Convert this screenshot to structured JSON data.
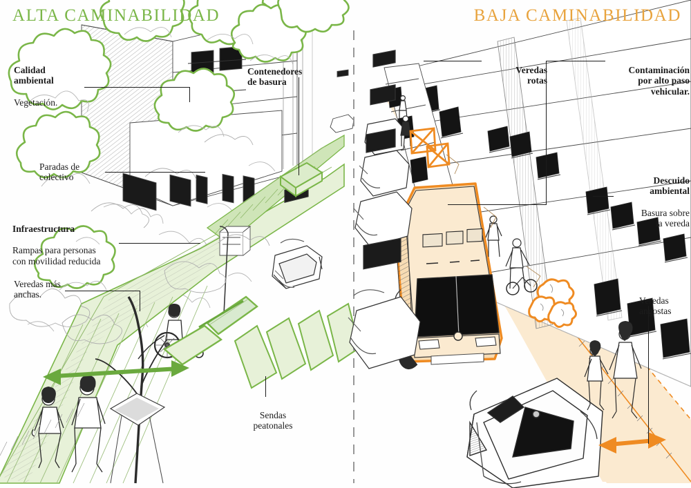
{
  "headings": {
    "left": {
      "text": "ALTA CAMINABILIDAD",
      "color": "#7ab648"
    },
    "right": {
      "text": "BAJA CAMINABILIDAD",
      "color": "#e8a33d"
    }
  },
  "palette": {
    "green_stroke": "#7ab648",
    "green_fill": "#dfeccd",
    "green_fill_light": "#eaf3de",
    "orange_stroke": "#ef8b22",
    "orange_fill": "#f7dcb4",
    "orange_fill_light": "#fbead0",
    "ink": "#1c1c1c",
    "sketch_grey": "#7b7b7b",
    "paper": "#ffffff"
  },
  "labels": {
    "calidad_ambiental": {
      "strong": "Calidad\nambiental",
      "body": "Vegetación."
    },
    "paradas": {
      "body": "Paradas de\ncolectivo"
    },
    "infraestructura": {
      "strong": "Infraestructura",
      "body": "Rampas para personas\ncon movilidad reducida"
    },
    "veredas_anchas": {
      "body": "Veredas más\nanchas."
    },
    "contenedores": {
      "strong": "Contenedores\nde basura"
    },
    "sendas": {
      "body": "Sendas\npeatonales"
    },
    "veredas_rotas": {
      "strong": "Veredas\nrotas"
    },
    "contaminacion": {
      "strong": "Contaminación\npor alto paso\nvehicular."
    },
    "descuido": {
      "strong": "Descuido\nambiental",
      "body": "Basura sobre\nla vereda"
    },
    "veredas_angostas": {
      "body": "Veredas\nangostas"
    }
  },
  "scene": {
    "divider": "vertical-dashed-centerline",
    "left_side": {
      "name": "high-walkability-street",
      "features": [
        "street-trees-canopy",
        "wide-planted-sidewalk",
        "bus-stop-shelter",
        "wheelchair-ramp",
        "pedestrians-walking",
        "wheelchair-user",
        "crosswalk-zebra-stripes",
        "waste-containers",
        "street-lamp",
        "residential-building",
        "parked-car"
      ],
      "width_arrow_label": "wide-sidewalk-arrow"
    },
    "right_side": {
      "name": "low-walkability-street",
      "features": [
        "bus-on-roadway",
        "queued-cars",
        "narrow-broken-sidewalk",
        "garbage-bags-on-sidewalk",
        "construction-barrier",
        "pedestrians-crowded",
        "bare-building-facade",
        "parked-white-car"
      ],
      "width_arrow_label": "narrow-sidewalk-arrow"
    }
  }
}
